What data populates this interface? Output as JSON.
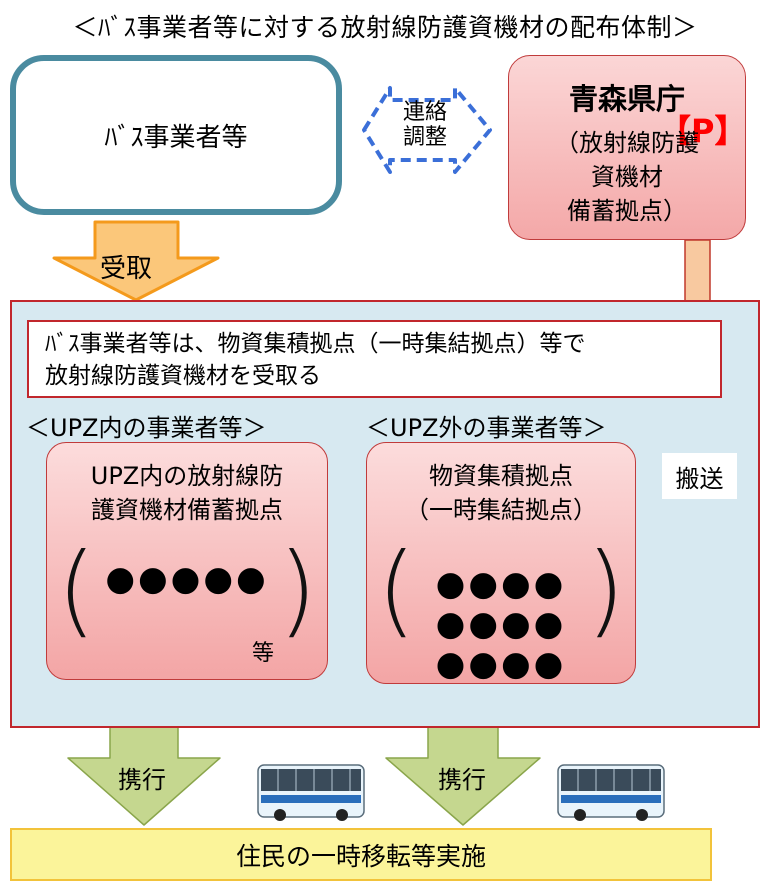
{
  "title": "＜ﾊﾞｽ事業者等に対する放射線防護資機材の配布体制＞",
  "bus_operator": {
    "label": "ﾊﾞｽ事業者等"
  },
  "coordination": {
    "label": "連絡\n調整"
  },
  "prefecture": {
    "title": "青森県庁",
    "badge": "【P】",
    "subtitle": "（放射線防護\n資機材\n備蓄拠点）"
  },
  "receive_label": "受取",
  "note": "ﾊﾞｽ事業者等は、物資集積拠点（一時集結拠点）等で\n放射線防護資機材を受取る",
  "inside_upz": {
    "section_label": "＜UPZ内の事業者等＞",
    "box_title": "UPZ内の放射線防\n護資機材備蓄拠点",
    "dots": "●●●●●",
    "etc": "等"
  },
  "outside_upz": {
    "section_label": "＜UPZ外の事業者等＞",
    "box_title": "物資集積拠点\n（一時集結拠点）",
    "dot_rows": [
      "●●●●",
      "●●●●",
      "●●●●"
    ]
  },
  "transport_label": "搬送",
  "carry_label_left": "携行",
  "carry_label_right": "携行",
  "result": "住民の一時移転等実施",
  "icons": {
    "bus_left": "bus-icon",
    "bus_right": "bus-icon"
  },
  "colors": {
    "bus_box_border": "#4a8ba0",
    "pink_fill": "#f4a8a8",
    "region_fill": "#d7e9f1",
    "region_border": "#c1272d",
    "result_fill": "#fbf49a",
    "receive_arrow": "#f49a1c",
    "carry_arrow": "#a9c46b",
    "transport_arrow": "#f8c9a0",
    "coordination_arrow": "#3b6fd8"
  }
}
